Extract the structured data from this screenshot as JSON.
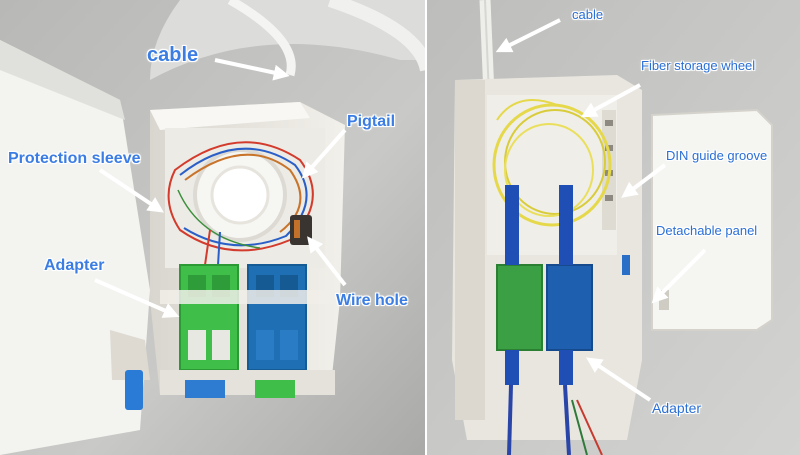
{
  "left_panel": {
    "labels": {
      "cable": "cable",
      "pigtail": "Pigtail",
      "protection_sleeve": "Protection sleeve",
      "adapter": "Adapter",
      "wire_hole": "Wire hole"
    }
  },
  "right_panel": {
    "labels": {
      "cable": "cable",
      "fiber_storage_wheel": "Fiber storage wheel",
      "din_guide_groove": "DIN guide groove",
      "detachable_panel": "Detachable panel",
      "adapter": "Adapter"
    }
  },
  "colors": {
    "label_text": "#3b7de3",
    "arrow": "#ffffff",
    "adapter_green": "#3fbf4a",
    "adapter_blue": "#1e6fb3",
    "connector_blue": "#1f4fb5",
    "housing": "#e9e6df",
    "fiber_yellow": "#e5d84a"
  }
}
